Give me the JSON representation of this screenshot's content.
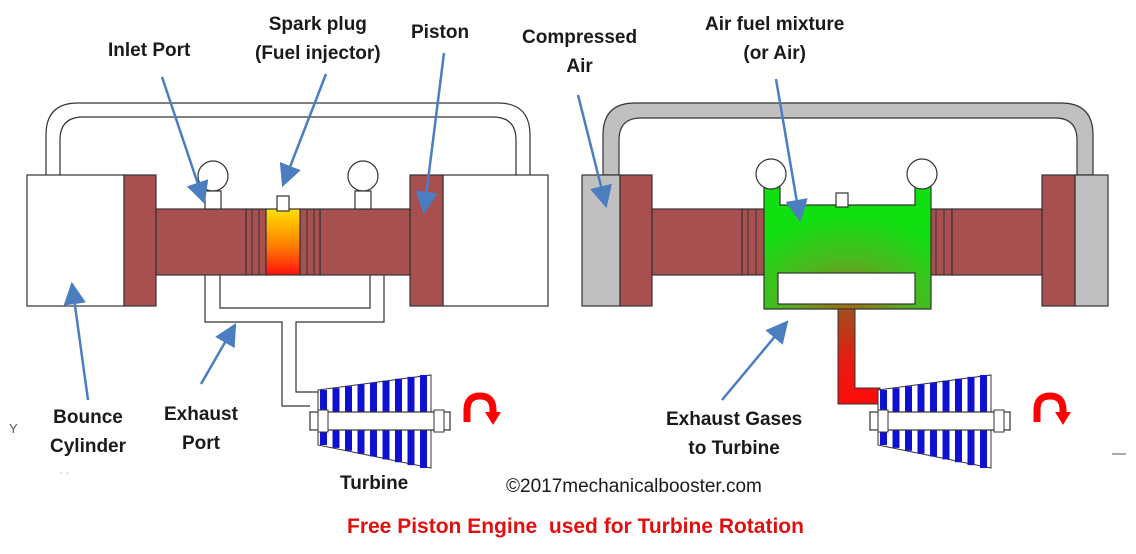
{
  "left_diagram": {
    "inlet_port": "Inlet Port",
    "spark_plug_line1": "Spark plug",
    "spark_plug_line2": "(Fuel injector)",
    "piston": "Piston",
    "bounce_cylinder_line1": "Bounce",
    "bounce_cylinder_line2": "Cylinder",
    "exhaust_port_line1": "Exhaust",
    "exhaust_port_line2": "Port",
    "turbine": "Turbine"
  },
  "right_diagram": {
    "compressed_air_line1": "Compressed",
    "compressed_air_line2": "Air",
    "air_fuel_line1": "Air fuel mixture",
    "air_fuel_line2": "(or Air)",
    "exhaust_gases_line1": "Exhaust Gases",
    "exhaust_gases_line2": "to Turbine"
  },
  "copyright": "©2017mechanicalbooster.com",
  "caption": "Free Piston Engine  used for Turbine Rotation",
  "stray_marks": {
    "y_mark": "Y"
  },
  "colors": {
    "piston": "#a85050",
    "spark_hot": "#ff0000",
    "spark_warm": "#ffd000",
    "mixture": "#10e010",
    "exhaust_hot": "#ff0a0a",
    "turbine_blade": "#1010d0",
    "cylinder_gray": "#c0c0c0",
    "arrow_blue": "#4a7ec0",
    "rotation_red": "#ff0000",
    "caption_red": "#e01010"
  }
}
